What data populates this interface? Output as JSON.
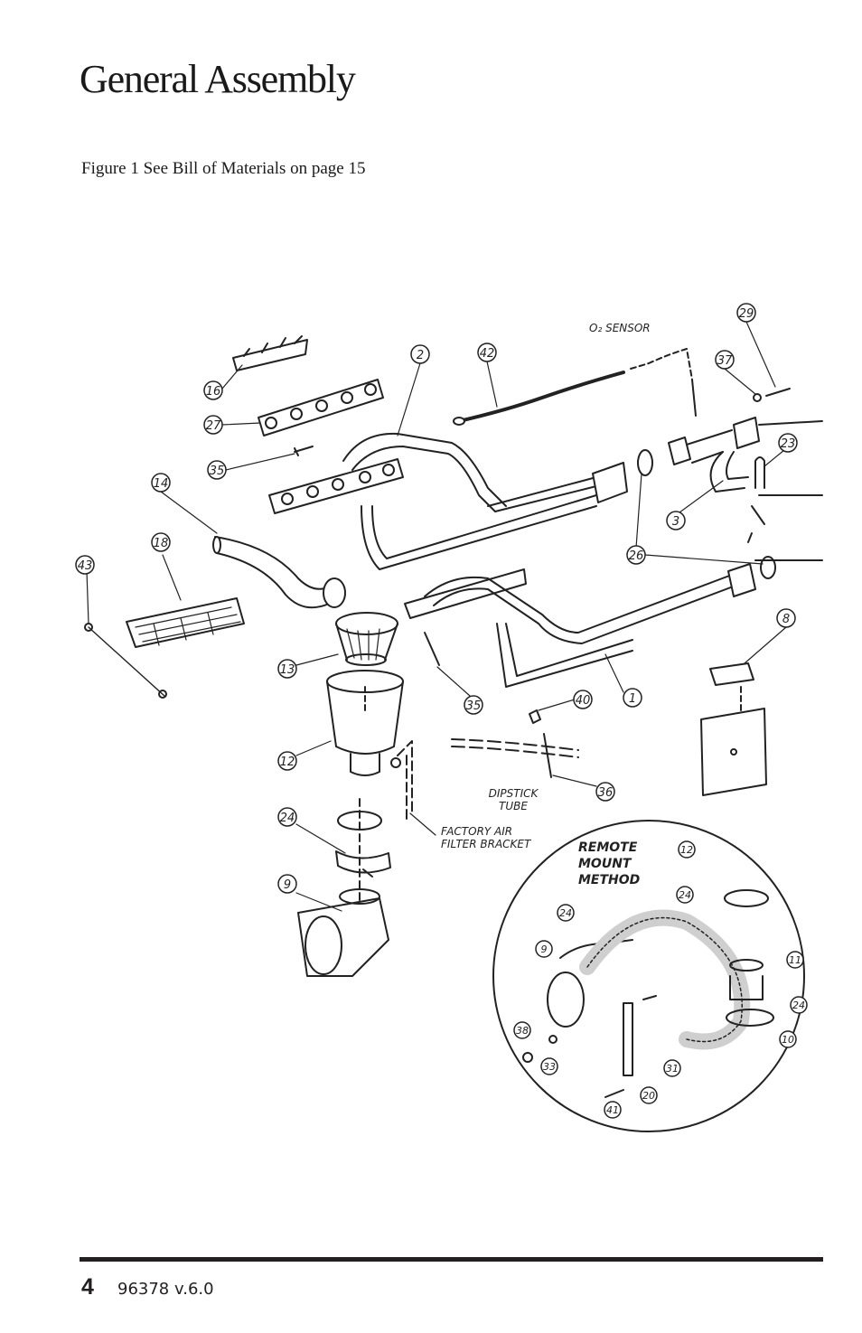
{
  "title": "General Assembly",
  "caption": "Figure 1 See Bill of Materials on page 15",
  "footer": {
    "page_number": "4",
    "doc_version": "96378 v.6.0"
  },
  "annotations": {
    "o2_sensor": "O₂ SENSOR",
    "dipstick_1": "DIPSTICK",
    "dipstick_2": "TUBE",
    "factory_1": "FACTORY AIR",
    "factory_2": "FILTER BRACKET",
    "remote_1": "REMOTE",
    "remote_2": "MOUNT",
    "remote_3": "METHOD"
  },
  "callouts": {
    "c29": "29",
    "c2": "2",
    "c42": "42",
    "c37": "37",
    "c16": "16",
    "c23": "23",
    "c27": "27",
    "c35a": "35",
    "c14": "14",
    "c3": "3",
    "c18": "18",
    "c26": "26",
    "c43": "43",
    "c8": "8",
    "c13": "13",
    "c35b": "35",
    "c40": "40",
    "c1": "1",
    "c12": "12",
    "c36": "36",
    "c24": "24",
    "c9": "9",
    "r12": "12",
    "r24a": "24",
    "r24b": "24",
    "r9": "9",
    "r11": "11",
    "r24c": "24",
    "r38": "38",
    "r10": "10",
    "r33": "33",
    "r31": "31",
    "r20": "20",
    "r41": "41"
  }
}
